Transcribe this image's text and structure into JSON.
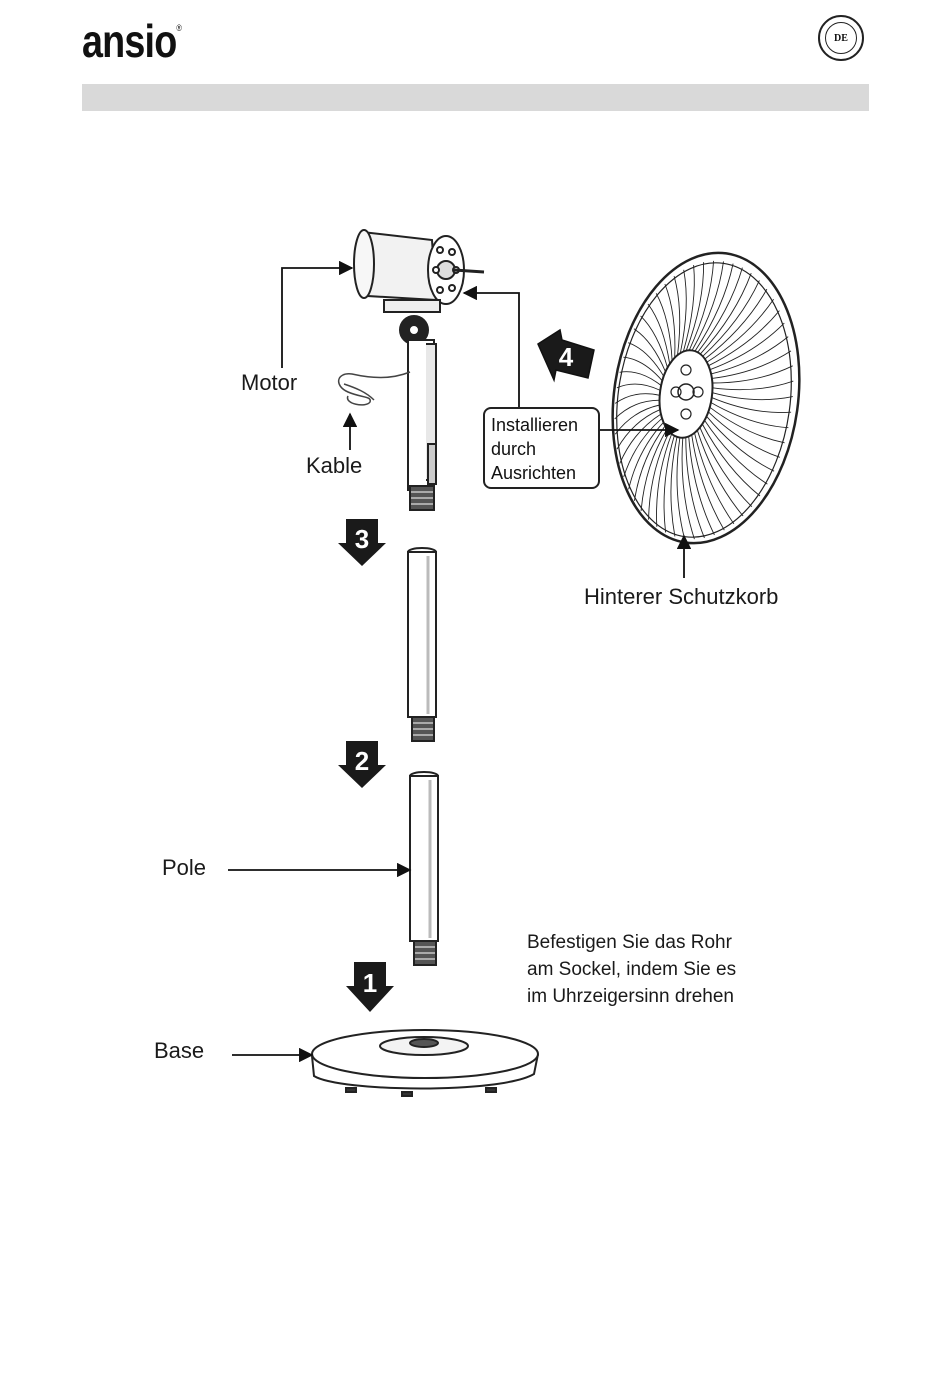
{
  "header": {
    "brand": "ansio",
    "registered_mark": "®",
    "language_badge": "DE"
  },
  "diagram": {
    "labels": {
      "motor": "Motor",
      "cable": "Kable",
      "rear_guard": "Hinterer Schutzkorb",
      "pole": "Pole",
      "base": "Base"
    },
    "callout_lines": [
      "Installieren",
      "durch",
      "Ausrichten"
    ],
    "steps": [
      "1",
      "2",
      "3",
      "4"
    ],
    "note_lines": [
      "Befestigen Sie das Rohr",
      "am Sockel, indem Sie es",
      "im Uhrzeigersinn drehen"
    ]
  }
}
